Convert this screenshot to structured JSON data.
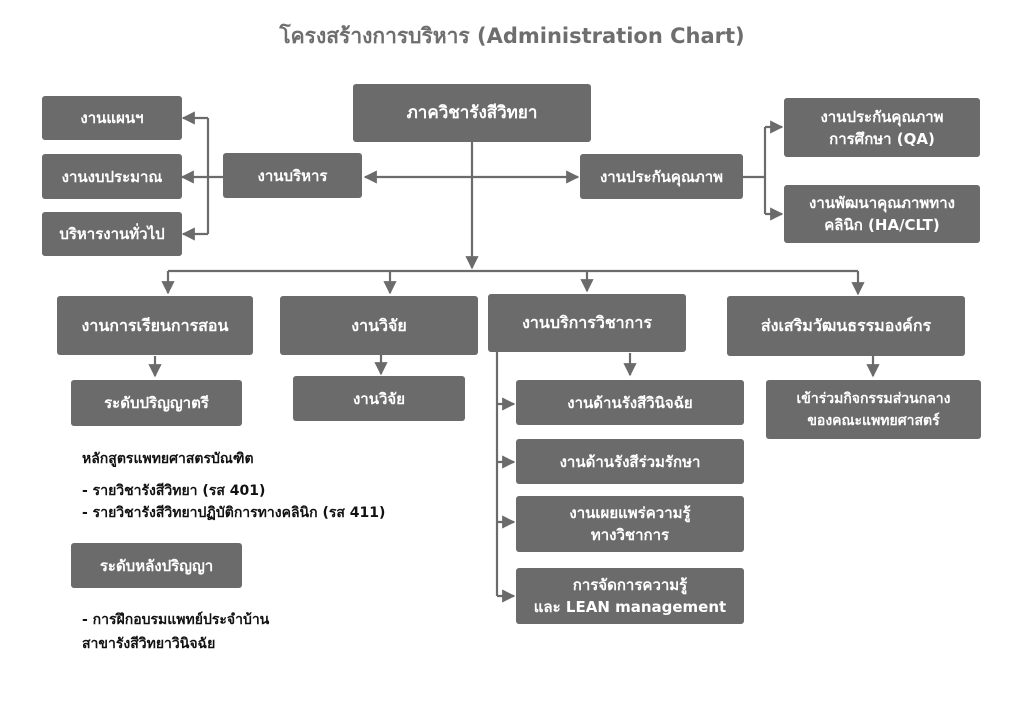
{
  "title": "โครงสร้างการบริหาร (Administration Chart)",
  "colors": {
    "box": "#6b6b6b",
    "box_text": "#ffffff",
    "line": "#6b6b6b",
    "title": "#6e6e6e"
  },
  "root": "ภาควิชารังสีวิทยา",
  "admin": {
    "label": "งานบริหาร",
    "children": [
      "งานแผนฯ",
      "งานงบประมาณ",
      "บริหารงานทั่วไป"
    ]
  },
  "quality": {
    "label": "งานประกันคุณภาพ",
    "children": [
      [
        "งานประกันคุณภาพ",
        "การศึกษา (QA)"
      ],
      [
        "งานพัฒนาคุณภาพทาง",
        "คลินิก (HA/CLT)"
      ]
    ]
  },
  "teaching": {
    "label": "งานการเรียนการสอน",
    "undergrad": "ระดับปริญญาตรี",
    "curriculum_heading": "หลักสูตรแพทยศาสตรบัณฑิต",
    "courses": [
      "- รายวิชารังสีวิทยา (รส 401)",
      "- รายวิชารังสีวิทยาปฏิบัติการทางคลินิก (รส 411)"
    ],
    "postgrad": "ระดับหลังปริญญา",
    "residency": [
      "- การฝึกอบรมแพทย์ประจำบ้าน",
      "สาขารังสีวิทยาวินิจฉัย"
    ]
  },
  "research": {
    "label": "งานวิจัย",
    "child": "งานวิจัย"
  },
  "academic_service": {
    "label": "งานบริการวิชาการ",
    "children": [
      [
        "งานด้านรังสีวินิจฉัย"
      ],
      [
        "งานด้านรังสีร่วมรักษา"
      ],
      [
        "งานเผยแพร่ความรู้",
        "ทางวิชาการ"
      ],
      [
        "การจัดการความรู้",
        "และ LEAN management"
      ]
    ]
  },
  "culture": {
    "label": "ส่งเสริมวัฒนธรรมองค์กร",
    "child": [
      "เข้าร่วมกิจกรรมส่วนกลาง",
      "ของคณะแพทยศาสตร์"
    ]
  }
}
